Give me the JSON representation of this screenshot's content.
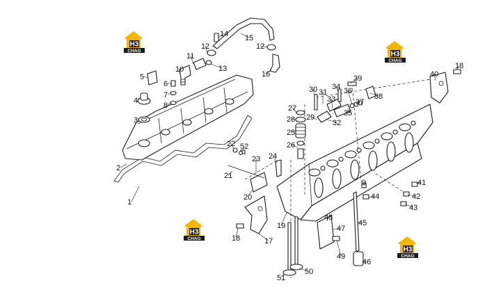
{
  "logo": {
    "mark": "H3",
    "wordmark": "CHAG",
    "colors": {
      "roof": "#f2b705",
      "box": "#1a1a1a",
      "text": "#ffffff"
    }
  },
  "callouts": [
    {
      "id": "1",
      "label": "1"
    },
    {
      "id": "2",
      "label": "2"
    },
    {
      "id": "3",
      "label": "3"
    },
    {
      "id": "4",
      "label": "4"
    },
    {
      "id": "5",
      "label": "5"
    },
    {
      "id": "6",
      "label": "6"
    },
    {
      "id": "7",
      "label": "7"
    },
    {
      "id": "8",
      "label": "8"
    },
    {
      "id": "9",
      "label": "9"
    },
    {
      "id": "10",
      "label": "10"
    },
    {
      "id": "11",
      "label": "11"
    },
    {
      "id": "12a",
      "label": "12"
    },
    {
      "id": "12b",
      "label": "12"
    },
    {
      "id": "13",
      "label": "13"
    },
    {
      "id": "14",
      "label": "14"
    },
    {
      "id": "15",
      "label": "15"
    },
    {
      "id": "16",
      "label": "16"
    },
    {
      "id": "17",
      "label": "17"
    },
    {
      "id": "18a",
      "label": "18"
    },
    {
      "id": "18b",
      "label": "18"
    },
    {
      "id": "19",
      "label": "19"
    },
    {
      "id": "20",
      "label": "20"
    },
    {
      "id": "21",
      "label": "21"
    },
    {
      "id": "22",
      "label": "22"
    },
    {
      "id": "23",
      "label": "23"
    },
    {
      "id": "24",
      "label": "24"
    },
    {
      "id": "25",
      "label": "25"
    },
    {
      "id": "26",
      "label": "26"
    },
    {
      "id": "27",
      "label": "27"
    },
    {
      "id": "28",
      "label": "28"
    },
    {
      "id": "29",
      "label": "29"
    },
    {
      "id": "30",
      "label": "30"
    },
    {
      "id": "31",
      "label": "31"
    },
    {
      "id": "32",
      "label": "32"
    },
    {
      "id": "33",
      "label": "33"
    },
    {
      "id": "34",
      "label": "34"
    },
    {
      "id": "35",
      "label": "35"
    },
    {
      "id": "36",
      "label": "36"
    },
    {
      "id": "37",
      "label": "37"
    },
    {
      "id": "38",
      "label": "38"
    },
    {
      "id": "39",
      "label": "39"
    },
    {
      "id": "40",
      "label": "40"
    },
    {
      "id": "41",
      "label": "41"
    },
    {
      "id": "42",
      "label": "42"
    },
    {
      "id": "43",
      "label": "43"
    },
    {
      "id": "44",
      "label": "44"
    },
    {
      "id": "45",
      "label": "45"
    },
    {
      "id": "46",
      "label": "46"
    },
    {
      "id": "47",
      "label": "47"
    },
    {
      "id": "48",
      "label": "48"
    },
    {
      "id": "49",
      "label": "49"
    },
    {
      "id": "50",
      "label": "50"
    },
    {
      "id": "51",
      "label": "51"
    },
    {
      "id": "52",
      "label": "52"
    }
  ]
}
